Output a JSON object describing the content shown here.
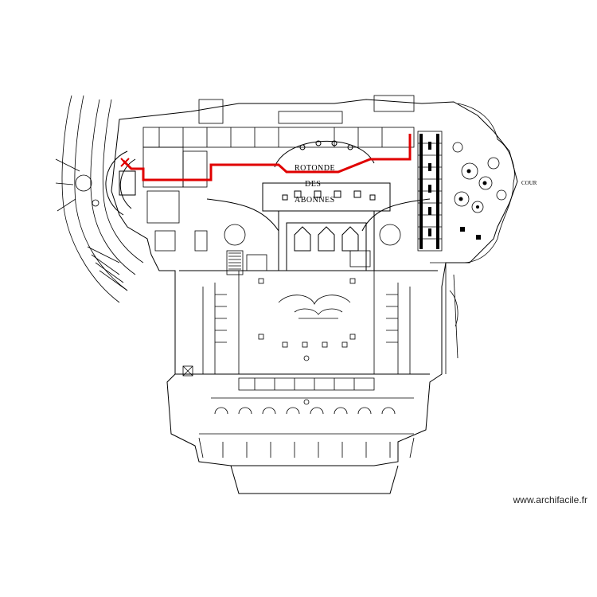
{
  "plan": {
    "labels": {
      "rotonde_line1": "ROTONDE",
      "rotonde_line2": "DES",
      "rotonde_line3": "ABONNES",
      "cour": "COUR"
    },
    "colors": {
      "lines": "#000000",
      "route": "#e00000",
      "background": "#ffffff"
    }
  },
  "watermark": "www.archifacile.fr"
}
